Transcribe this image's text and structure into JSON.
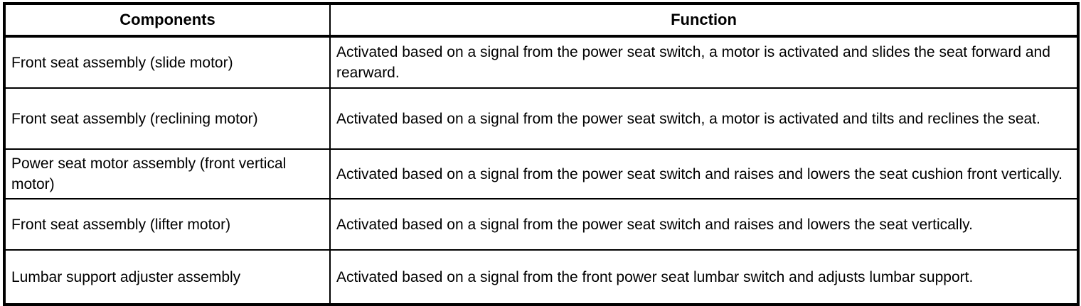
{
  "table": {
    "headers": {
      "components": "Components",
      "function": "Function"
    },
    "rows": [
      {
        "component": "Front seat assembly (slide motor)",
        "function": "Activated based on a signal from the power seat switch, a motor is activated and slides the seat forward and rearward."
      },
      {
        "component": "Front seat assembly (reclining motor)",
        "function": "Activated based on a signal from the power seat switch, a motor is activated and tilts and reclines the seat."
      },
      {
        "component": "Power seat motor assembly (front vertical motor)",
        "function": "Activated based on a signal from the power seat switch and raises and lowers the seat cushion front vertically."
      },
      {
        "component": "Front seat assembly (lifter motor)",
        "function": "Activated based on a signal from the power seat switch and raises and lowers the seat vertically."
      },
      {
        "component": "Lumbar support adjuster assembly",
        "function": "Activated based on a signal from the front power seat lumbar switch and adjusts lumbar support."
      }
    ]
  }
}
